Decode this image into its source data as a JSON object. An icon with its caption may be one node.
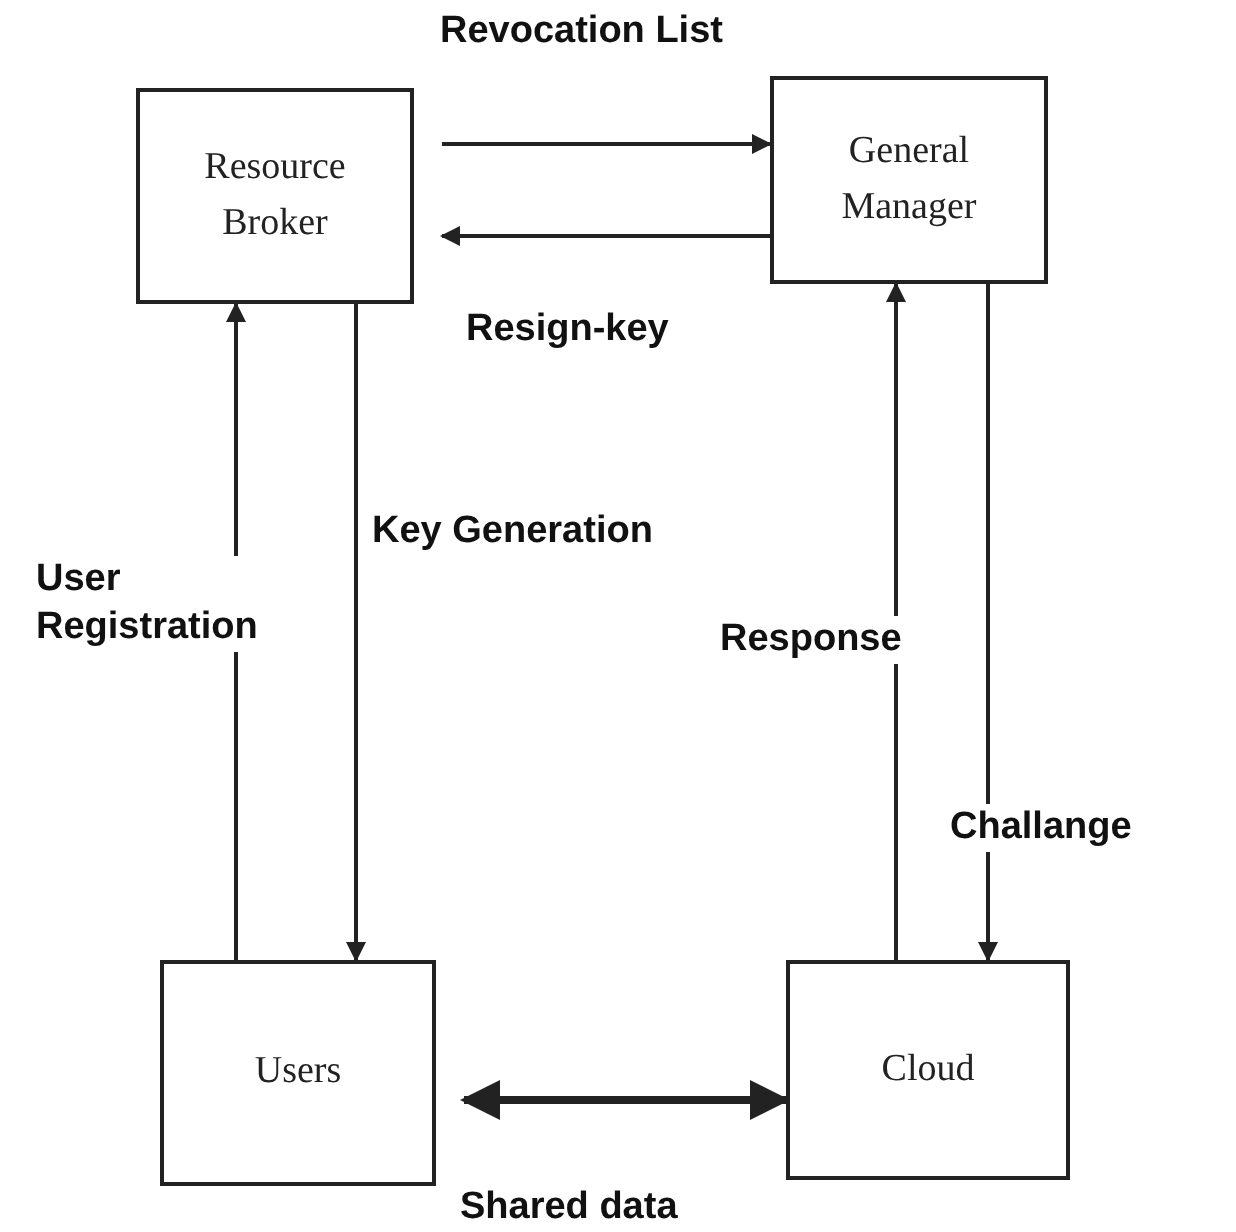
{
  "diagram": {
    "nodes": [
      {
        "text": [
          "Resource Broker"
        ]
      },
      {
        "text": [
          "General Manager"
        ]
      },
      {
        "text": [
          "Users"
        ]
      },
      {
        "text": [
          "Cloud"
        ]
      }
    ],
    "edges": [
      {
        "from": 0,
        "to": 1,
        "arrow": "to",
        "label": "Revocation List"
      },
      {
        "from": 1,
        "to": 0,
        "arrow": "to",
        "label": "Resign-key"
      },
      {
        "from": 2,
        "to": 0,
        "arrow": "to",
        "label": "User Registration"
      },
      {
        "from": 0,
        "to": 2,
        "arrow": "to",
        "label": "Key Generation"
      },
      {
        "from": 3,
        "to": 1,
        "arrow": "to",
        "label": "Response"
      },
      {
        "from": 1,
        "to": 3,
        "arrow": "to",
        "label": "Challange"
      },
      {
        "from": 2,
        "to": 3,
        "arrow": "both",
        "label": "Shared data",
        "style": "thick"
      }
    ]
  }
}
